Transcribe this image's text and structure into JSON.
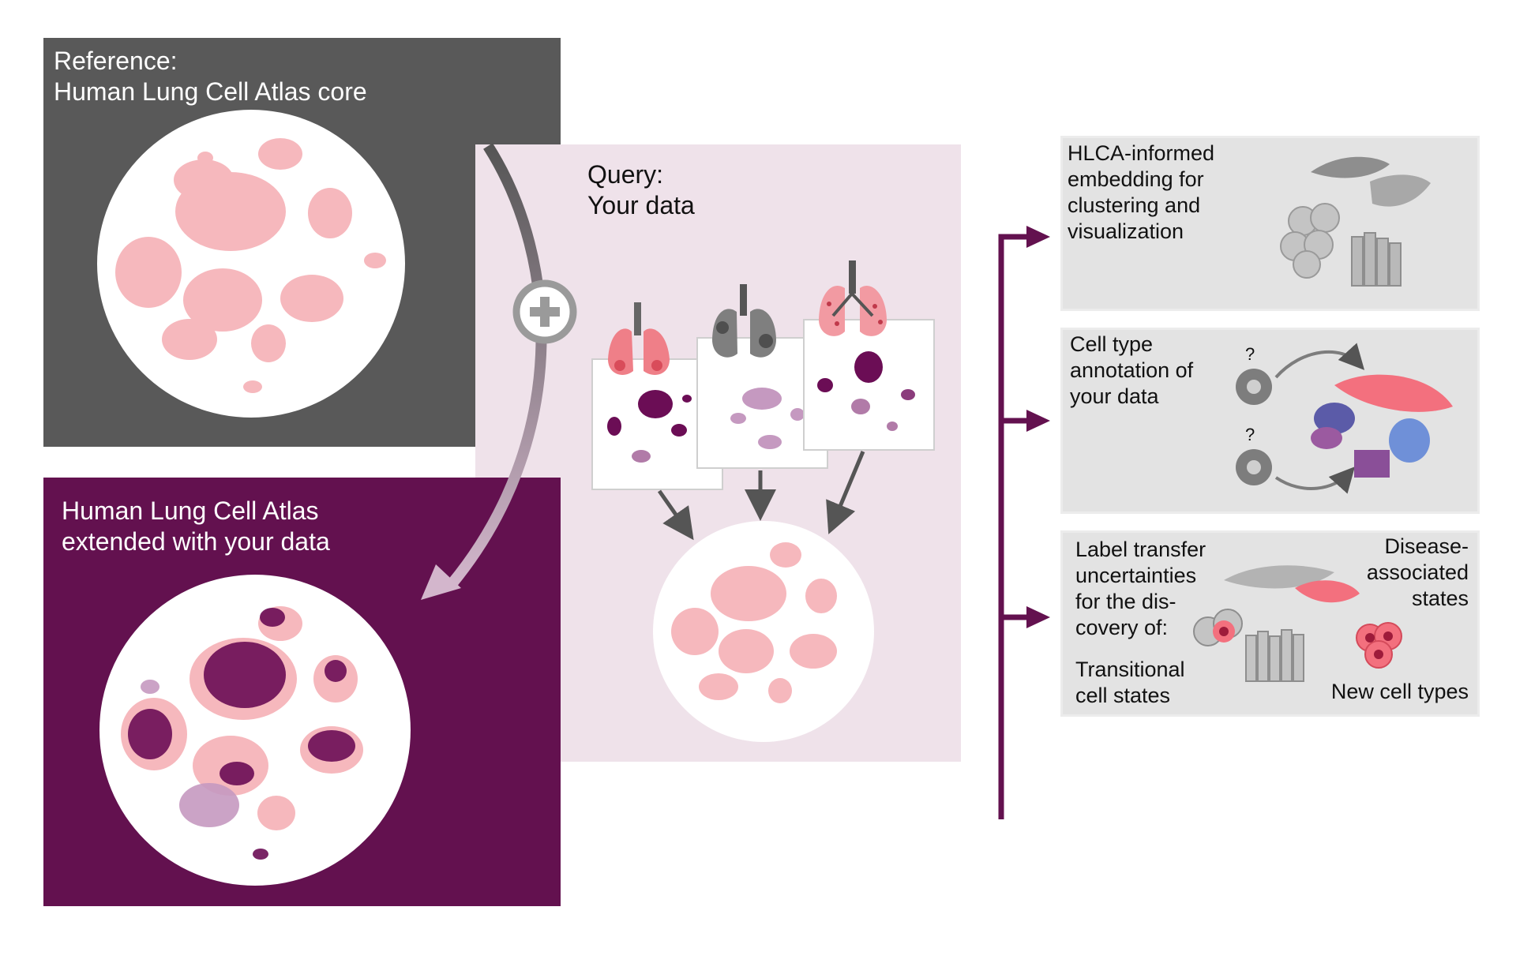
{
  "reference": {
    "title": "Reference:\nHuman Lung Cell Atlas core"
  },
  "query": {
    "title": "Query:\nYour data"
  },
  "extended": {
    "title": "Human Lung Cell Atlas\nextended with your data"
  },
  "outputs": {
    "embedding": {
      "text": "HLCA-informed\nembedding for\nclustering and\nvisualization"
    },
    "annotation": {
      "text": "Cell type\nannotation of\nyour data",
      "q1": "?",
      "q2": "?"
    },
    "uncertainty": {
      "text": "Label transfer\nuncertainties\nfor the dis-\ncovery of:",
      "transitional": "Transitional\ncell states",
      "disease": "Disease-\nassociated\nstates",
      "new_types": "New cell types"
    }
  },
  "colors": {
    "reference_bg": "#595959",
    "query_bg": "#efe2ea",
    "extended_bg": "#63114f",
    "reference_cells": "#f6b8bd",
    "query_cells": "#6b0d55",
    "arrow": "#63114f",
    "output_bg": "#e3e3e3"
  },
  "icons": [
    "plus-circle-icon",
    "healthy-lung-icon",
    "diseased-lung-icon",
    "inflamed-lung-icon",
    "cell-cluster-icon",
    "unknown-cell-icon"
  ]
}
